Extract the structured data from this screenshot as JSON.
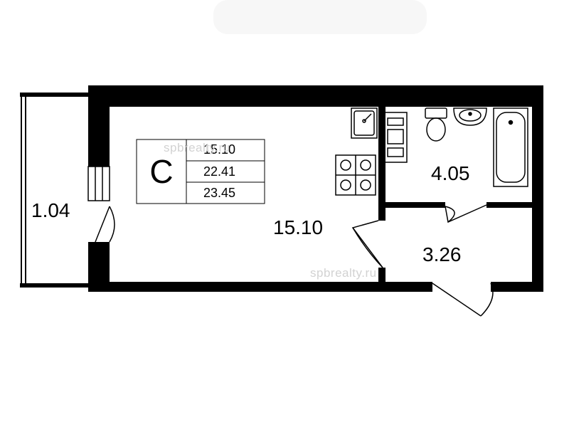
{
  "watermark": "spbrealty.ru",
  "legend": {
    "type_symbol": "C",
    "living_area": "15.10",
    "total_area_no_balcony": "22.41",
    "total_area": "23.45"
  },
  "rooms": {
    "balcony": "1.04",
    "studio": "15.10",
    "bathroom": "4.05",
    "hallway": "3.26"
  },
  "colors": {
    "wall": "#000000",
    "line": "#000000",
    "background": "#ffffff",
    "watermark": "#d2d2d2"
  }
}
